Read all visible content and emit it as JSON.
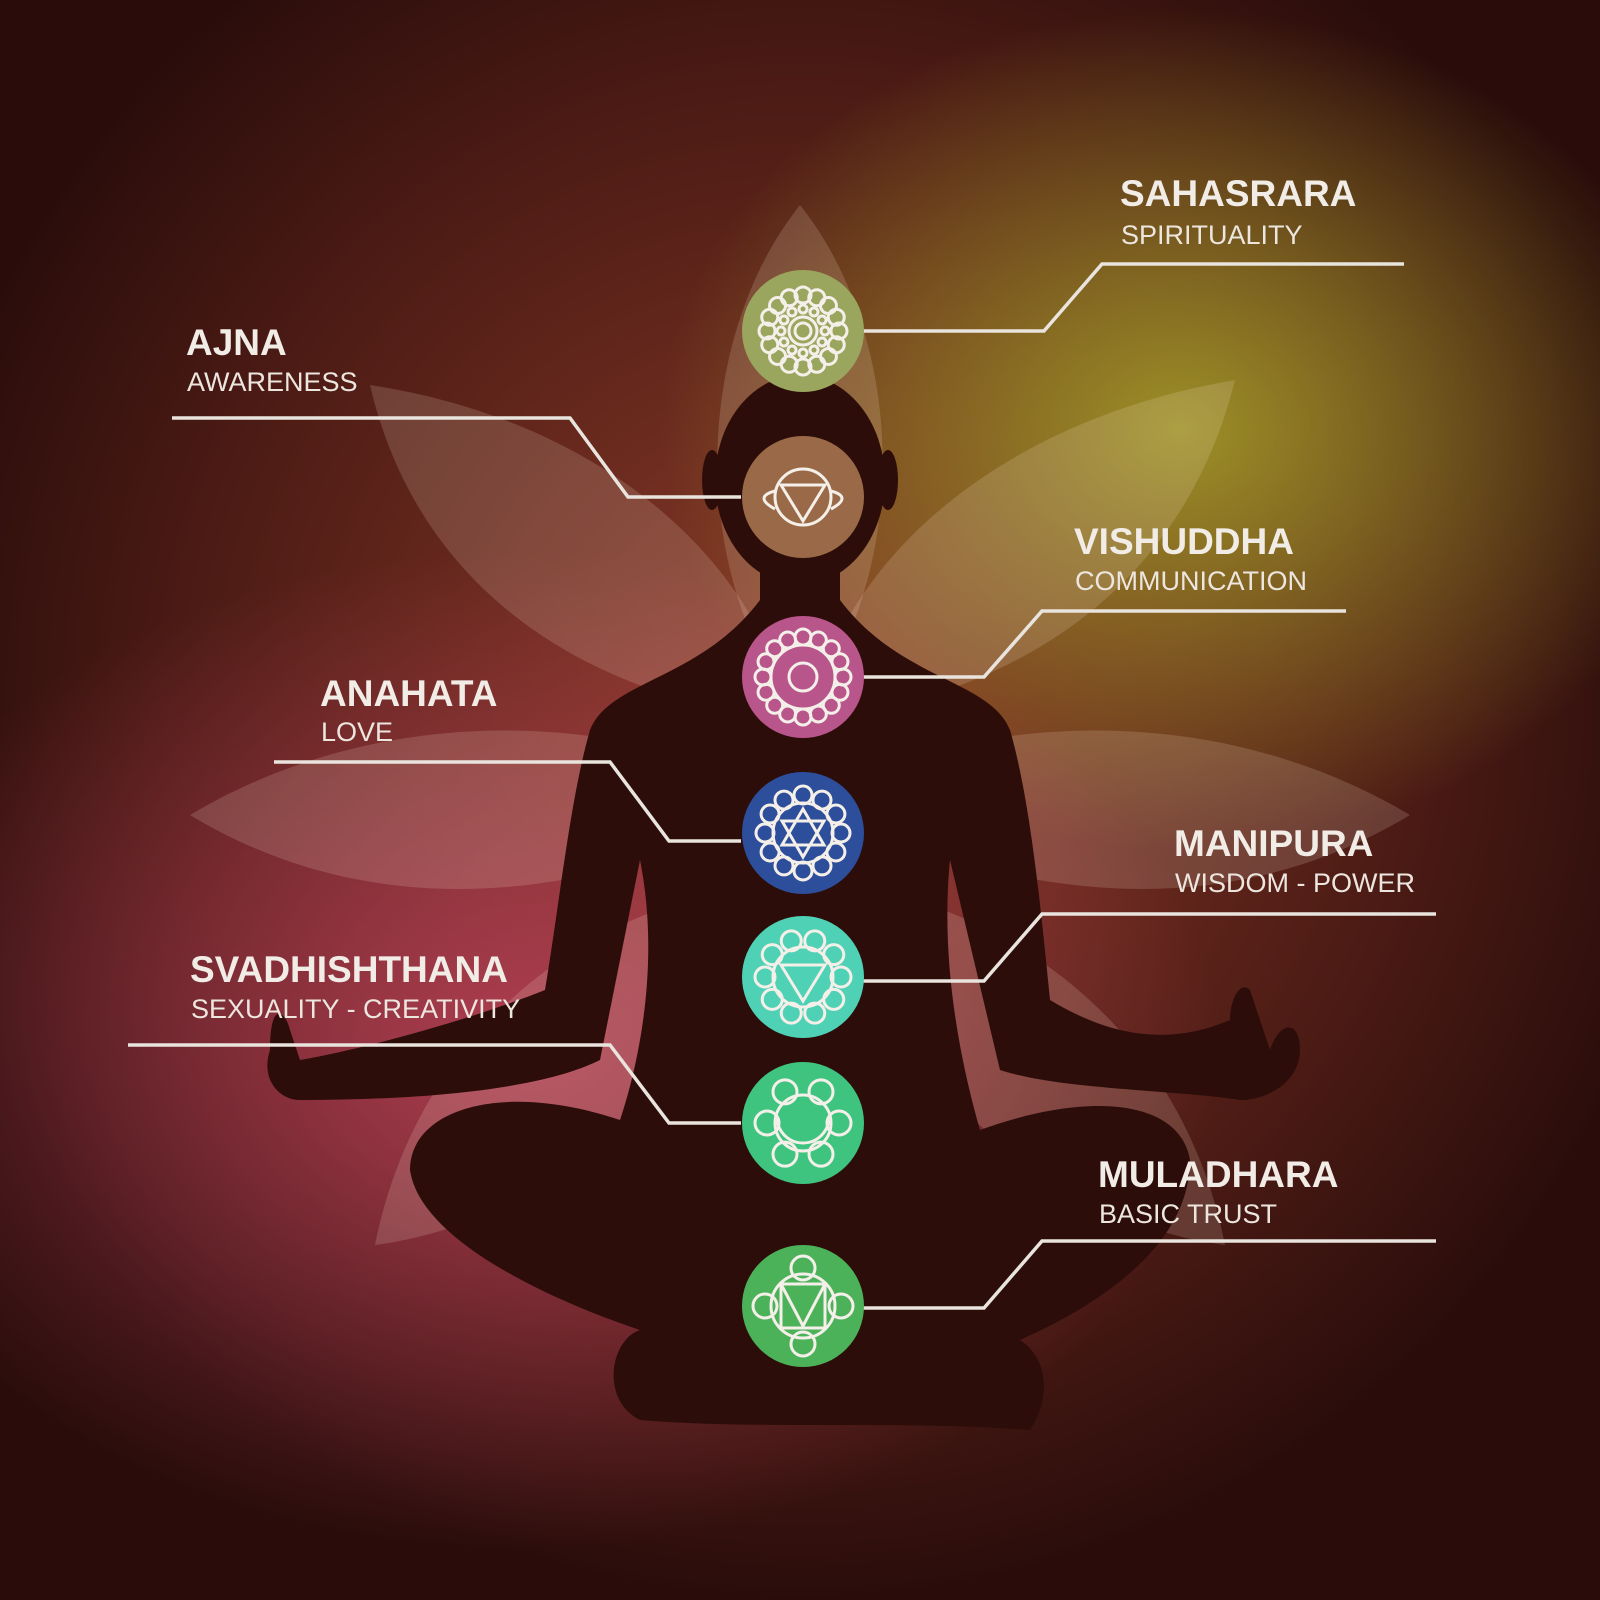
{
  "chakras": [
    {
      "name": "SAHASRARA",
      "meaning": "SPIRITUALITY",
      "color": "#9aa55e",
      "icon": "thousand-petal-lotus-icon"
    },
    {
      "name": "AJNA",
      "meaning": "AWARENESS",
      "color": "#9a6a48",
      "icon": "two-petal-triangle-icon"
    },
    {
      "name": "VISHUDDHA",
      "meaning": "COMMUNICATION",
      "color": "#b8558a",
      "icon": "sixteen-petal-circle-icon"
    },
    {
      "name": "ANAHATA",
      "meaning": "LOVE",
      "color": "#2d4e9b",
      "icon": "hexagram-lotus-icon"
    },
    {
      "name": "MANIPURA",
      "meaning": "WISDOM - POWER",
      "color": "#4fd1b5",
      "icon": "ten-petal-triangle-icon"
    },
    {
      "name": "SVADHISHTHANA",
      "meaning": "SEXUALITY - CREATIVITY",
      "color": "#3ec47f",
      "icon": "crescent-lotus-icon"
    },
    {
      "name": "MULADHARA",
      "meaning": "BASIC TRUST",
      "color": "#4cb25a",
      "icon": "square-triangle-lotus-icon"
    }
  ]
}
